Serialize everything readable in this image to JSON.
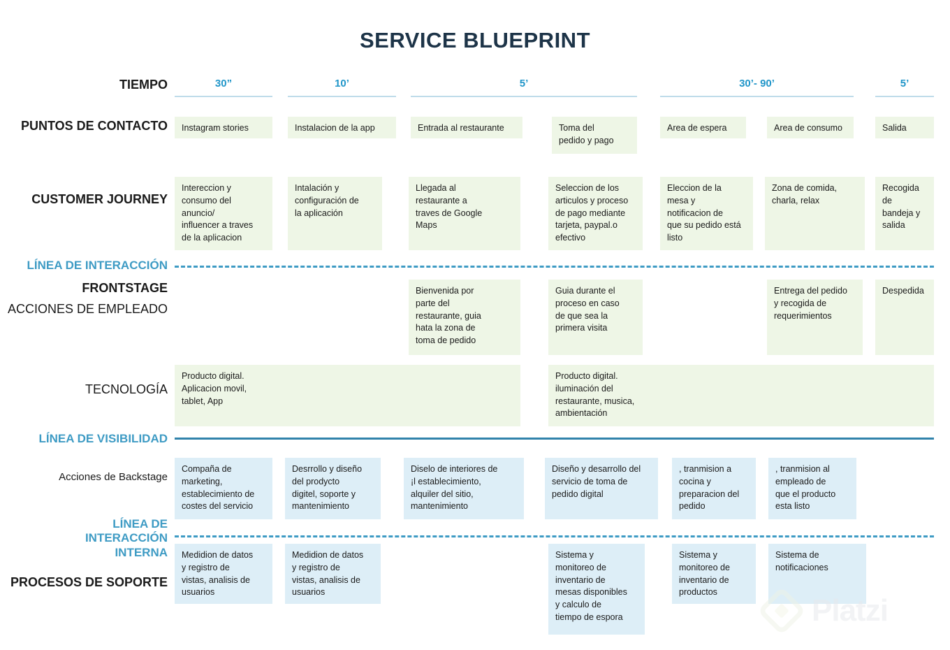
{
  "title": "SERVICE BLUEPRINT",
  "labels": {
    "tiempo": "TIEMPO",
    "puntos_de_contacto": "PUNTOS DE CONTACTO",
    "customer_journey": "CUSTOMER JOURNEY",
    "linea_de_interaccion": "LÍNEA DE INTERACCIÓN",
    "frontstage": "FRONTSTAGE",
    "acciones_de_empleado": "ACCIONES DE EMPLEADO",
    "tecnologia": "TECNOLOGÍA",
    "linea_de_visibilidad": "LÍNEA DE VISIBILIDAD",
    "acciones_de_backstage": "Acciones de Backstage",
    "linea_de_interaccion_interna": "LÍNEA DE\nINTERACCIÓN\nINTERNA",
    "procesos_de_soporte": "PROCESOS DE SOPORTE"
  },
  "colors": {
    "title": "#1d3448",
    "accent_blue": "#2196c9",
    "line_blue": "#3183ab",
    "green_block": "#eef6e6",
    "blue_block": "#ddeef7"
  },
  "time_header": [
    {
      "value": "30”",
      "span": "col1"
    },
    {
      "value": "10’",
      "span": "col2"
    },
    {
      "value": "5’",
      "span": "col3-4"
    },
    {
      "value": "30’- 90’",
      "span": "col5-6"
    },
    {
      "value": "5’",
      "span": "col7"
    }
  ],
  "rows": {
    "puntos_de_contacto": [
      "Instagram stories",
      "Instalacion de la app",
      "Entrada al restaurante",
      "Toma del\npedido y pago",
      "Area de espera",
      "Area de consumo",
      "Salida"
    ],
    "customer_journey": [
      "Intereccion y\nconsumo del\nanuncio/\ninfluencer a traves\nde la aplicacion",
      "Intalación y\nconfiguración de\nla aplicación",
      "Llegada al\nrestaurante a\ntraves de Google\nMaps",
      "Seleccion de los\narticulos y proceso\nde pago mediante\ntarjeta, paypal.o\nefectivo",
      "Eleccion de la\nmesa y\nnotificacion de\nque su pedido está\nlisto",
      "Zona de comida,\ncharla, relax",
      "Recogida\nde\nbandeja y\nsalida"
    ],
    "frontstage": [
      "",
      "",
      "Bienvenida por\nparte del\nrestaurante, guia\nhata la zona de\ntoma de pedido",
      "Guia durante el\nproceso en caso\nde que sea la\nprimera visita",
      "",
      "Entrega del pedido\ny recogida de\nrequerimientos",
      "Despedida"
    ],
    "tecnologia": [
      "Producto digital.\nAplicacion movil,\ntablet, App",
      "Producto digital.\n iluminación del\nrestaurante, musica,\nambientación"
    ],
    "acciones_de_backstage": [
      "Compaña de\nmarketing,\nestablecimiento de\ncostes del servicio",
      "Desrrollo y diseño\ndel prodycto\ndigitel, soporte y\nmantenimiento",
      "Diselo de interiores de\n¡l establecimiento,\nalquiler del sitio,\nmantenimiento",
      "Diseño y desarrollo del\nservicio de toma de\npedido digital",
      ", tranmision a\ncocina y\npreparacion del\npedido",
      ", tranmision al\nempleado de\nque el producto\nesta listo",
      ""
    ],
    "procesos_de_soporte": [
      "Medidion de datos\ny registro de\nvistas, analisis de\nusuarios",
      "Medidion de datos\ny registro de\nvistas, analisis de\nusuarios",
      "",
      "Sistema y\nmonitoreo de\ninventario de\nmesas disponibles\ny calculo de\ntiempo de espora",
      "Sistema y\nmonitoreo de\ninventario de\nproductos",
      "Sistema de\nnotificaciones",
      ""
    ]
  },
  "watermark": {
    "text": "Platzi"
  }
}
